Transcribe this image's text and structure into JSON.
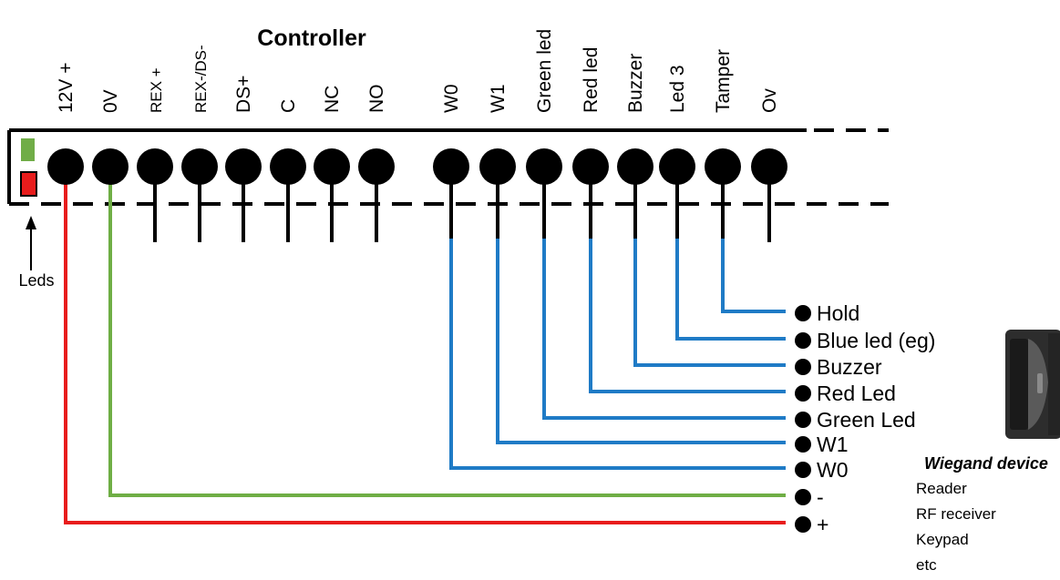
{
  "diagram": {
    "title": "Controller",
    "colors": {
      "positive_wire": "#e81c1c",
      "ground_wire": "#6fae45",
      "signal_wire": "#1f7bc6",
      "terminal": "#000000",
      "led_green": "#70ad47",
      "led_red": "#e81c1c"
    },
    "terminals": [
      {
        "label": "12V +",
        "style": "normal"
      },
      {
        "label": "0V",
        "style": "normal"
      },
      {
        "label": "REX +",
        "style": "small"
      },
      {
        "label": "REX-/DS-",
        "style": "small"
      },
      {
        "label": "DS+",
        "style": "normal"
      },
      {
        "label": "C",
        "style": "normal"
      },
      {
        "label": "NC",
        "style": "normal"
      },
      {
        "label": "NO",
        "style": "normal"
      },
      {
        "label": "W0",
        "style": "normal"
      },
      {
        "label": "W1",
        "style": "normal"
      },
      {
        "label": "Green led",
        "style": "normal"
      },
      {
        "label": "Red led",
        "style": "normal"
      },
      {
        "label": "Buzzer",
        "style": "normal"
      },
      {
        "label": "Led 3",
        "style": "normal"
      },
      {
        "label": "Tamper",
        "style": "normal"
      },
      {
        "label": "Ov",
        "style": "normal"
      }
    ],
    "leds_label": "Leds",
    "device_pins": [
      "Hold",
      "Blue led (eg)",
      "Buzzer",
      "Red Led",
      "Green Led",
      "W1",
      "W0",
      "-",
      "+"
    ],
    "wiegand": {
      "title": "Wiegand device",
      "lines": [
        "Reader",
        "RF receiver",
        "Keypad",
        "etc"
      ]
    }
  }
}
